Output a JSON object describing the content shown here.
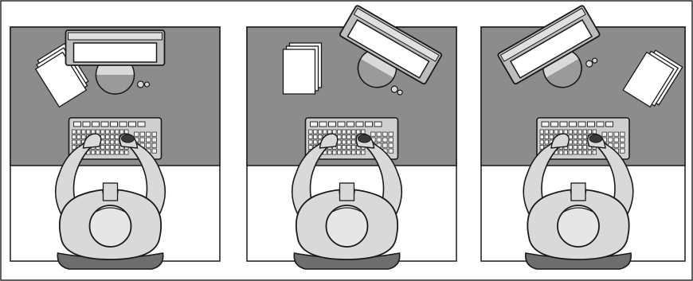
{
  "figure": {
    "panel_count": 3,
    "panels": [
      {
        "monitor": "center",
        "documents": "left"
      },
      {
        "monitor": "rotated-right",
        "documents": "left-upright"
      },
      {
        "monitor": "rotated-left",
        "documents": "right"
      }
    ],
    "colors": {
      "desk": "#8c8c8c",
      "floor": "#ffffff",
      "stroke": "#1a1a1a",
      "person": "#d9d9d9",
      "chair": "#6e6e6e",
      "screen": "#ffffff",
      "monitor_frame": "#bdbdbd",
      "keyboard": "#cfcfcf",
      "paper": "#ffffff"
    },
    "icons": [
      "monitor-icon",
      "keyboard-icon",
      "documents-icon",
      "person-icon",
      "chair-icon"
    ]
  }
}
